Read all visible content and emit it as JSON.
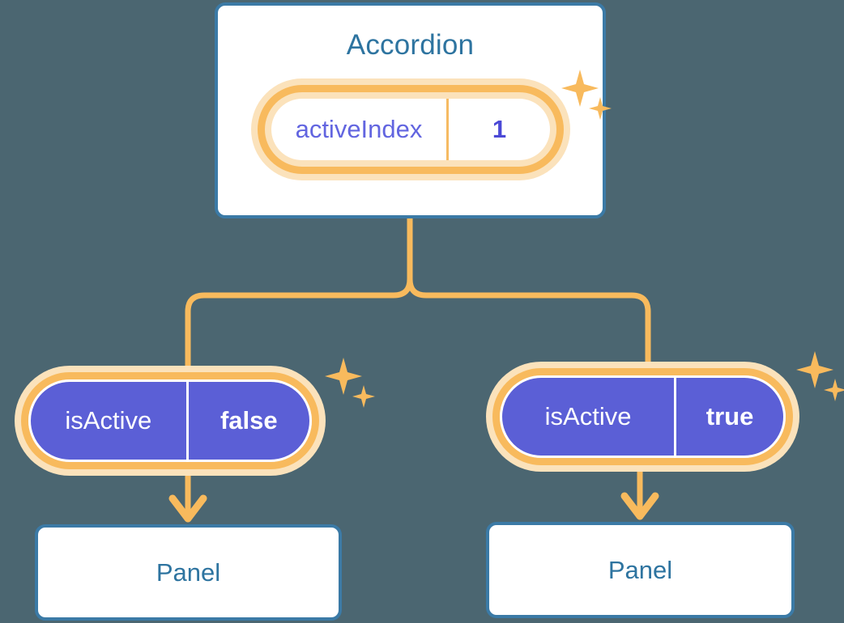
{
  "diagram": {
    "type": "component-tree",
    "background_color": "#4b6671",
    "accent_orange": "#f8ba5d",
    "accent_blue": "#3b7aa6",
    "accent_purple": "#5b5fd6",
    "title_color": "#2e74a0"
  },
  "root": {
    "name": "root-component",
    "title": "Accordion",
    "state": {
      "key": "activeIndex",
      "value": "1"
    }
  },
  "children": [
    {
      "name": "child-left",
      "state": {
        "key": "isActive",
        "value": "false"
      },
      "panel": {
        "title": "Panel"
      },
      "sparkle": "sparkle-icon"
    },
    {
      "name": "child-right",
      "state": {
        "key": "isActive",
        "value": "true"
      },
      "panel": {
        "title": "Panel"
      },
      "sparkle": "sparkle-icon"
    }
  ],
  "icons": {
    "sparkle": "sparkle-icon",
    "arrow_down": "arrow-down-icon",
    "branch": "branch-connector-icon"
  }
}
